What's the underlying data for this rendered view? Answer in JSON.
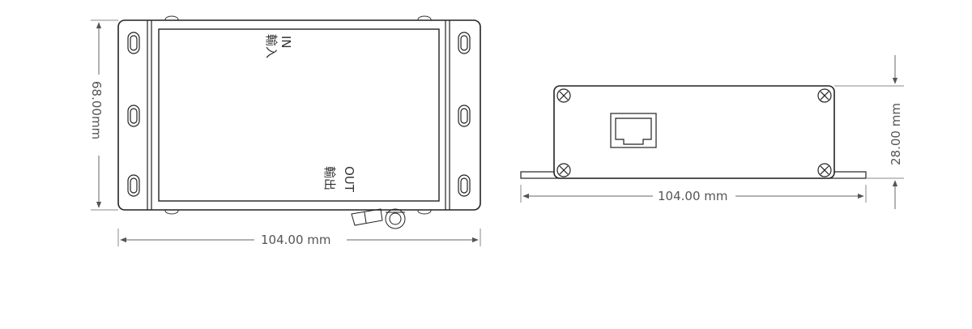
{
  "top_view": {
    "width_label": "104.00 mm",
    "height_label": "68.00mm",
    "in_label": "IN",
    "in_label_cn": "輸入",
    "out_label": "OUT",
    "out_label_cn": "輸出"
  },
  "side_view": {
    "width_label": "104.00 mm",
    "height_label": "28.00 mm"
  }
}
